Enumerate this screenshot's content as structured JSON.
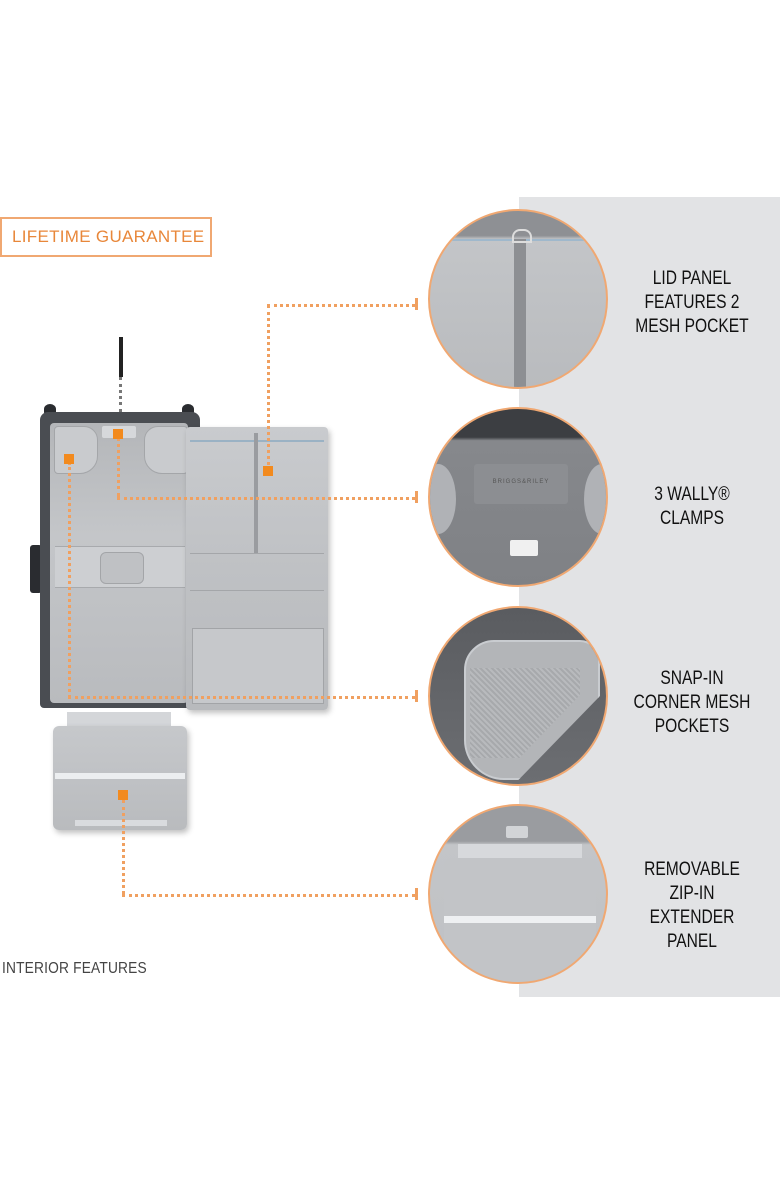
{
  "badge": {
    "label": "LIFETIME GUARANTEE",
    "border_color": "#f0a872",
    "text_color": "#e8873a"
  },
  "footer": {
    "section_label": "INTERIOR FEATURES"
  },
  "product": {
    "description": "Open garment bag luggage, interior view",
    "brand_label": "BRIGGS&RILEY"
  },
  "features": [
    {
      "label": "LID PANEL\nFEATURES 2\nMESH POCKET",
      "icon": "zipper-detail"
    },
    {
      "label": "3 WALLY®\nCLAMPS",
      "icon": "brand-label-detail"
    },
    {
      "label": "SNAP-IN\nCORNER MESH\nPOCKETS",
      "icon": "mesh-pocket-detail"
    },
    {
      "label": "REMOVABLE\nZIP-IN\nEXTENDER\nPANEL",
      "icon": "extender-panel-detail"
    }
  ],
  "colors": {
    "accent_orange": "#f28a1e",
    "leader_line": "#f0a060",
    "panel_gray": "#e2e3e5",
    "text_dark": "#111111"
  }
}
